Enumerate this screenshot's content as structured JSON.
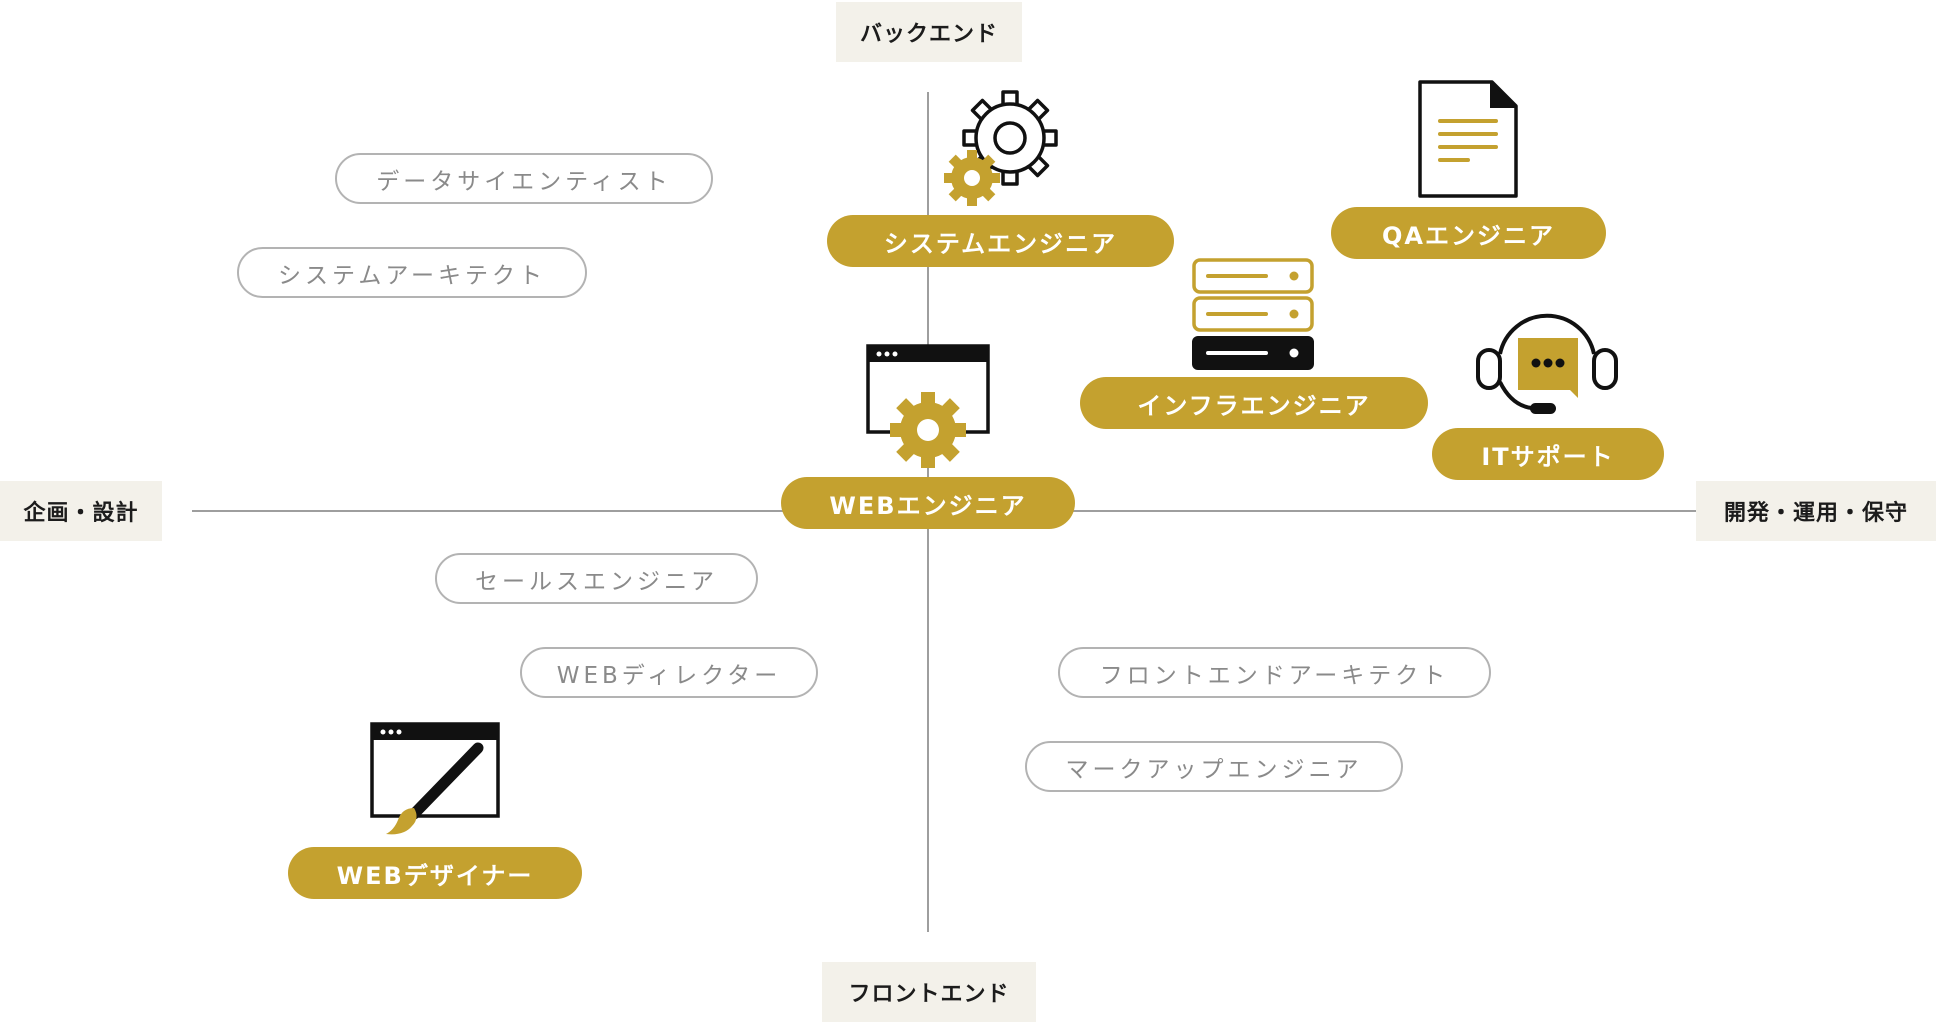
{
  "axes": {
    "top": "バックエンド",
    "bottom": "フロントエンド",
    "left": "企画・設計",
    "right": "開発・運用・保守"
  },
  "roles_highlighted": {
    "system_engineer": "システムエンジニア",
    "qa_engineer": "QAエンジニア",
    "infra_engineer": "インフラエンジニア",
    "it_support": "ITサポート",
    "web_engineer": "WEBエンジニア",
    "web_designer": "WEBデザイナー"
  },
  "roles_other": {
    "data_scientist": "データサイエンティスト",
    "system_architect": "システムアーキテクト",
    "sales_engineer": "セールスエンジニア",
    "web_director": "WEBディレクター",
    "frontend_architect": "フロントエンドアーキテクト",
    "markup_engineer": "マークアップエンジニア"
  },
  "icons": {
    "system_engineer": "gears-icon",
    "qa_engineer": "document-icon",
    "infra_engineer": "server-icon",
    "it_support": "headset-chat-icon",
    "web_engineer": "browser-gear-icon",
    "web_designer": "browser-brush-icon"
  },
  "colors": {
    "accent": "#c4a12f",
    "label_bg": "#f3f1ea",
    "outline": "#b3b3b3",
    "line": "#9e9e9e"
  }
}
